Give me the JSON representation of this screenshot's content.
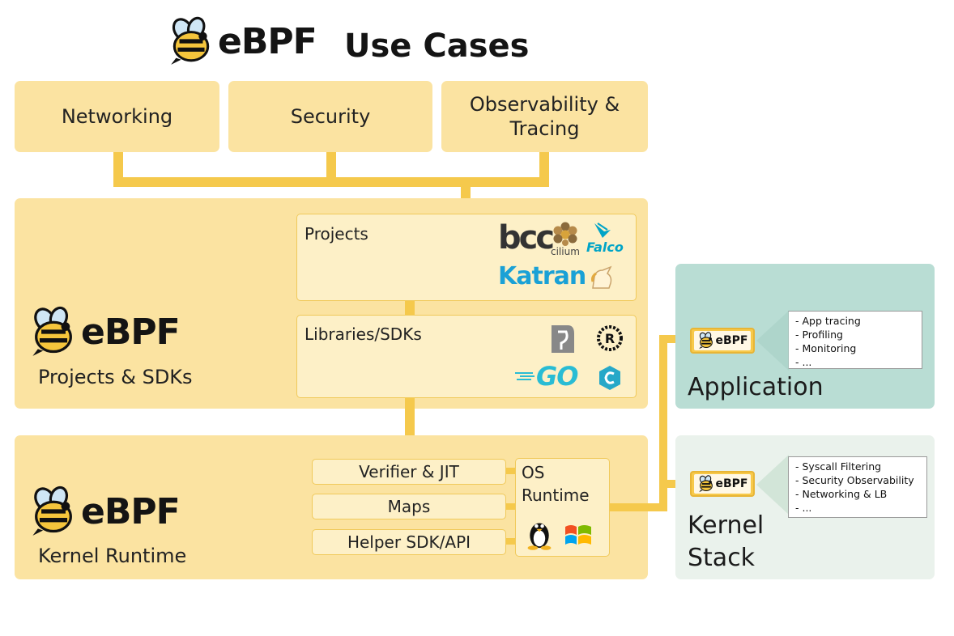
{
  "header": {
    "logo_text": "eBPF",
    "title": "Use Cases"
  },
  "use_cases": [
    "Networking",
    "Security",
    "Observability &\nTracing"
  ],
  "projects_sdks": {
    "logo_text": "eBPF",
    "label": "Projects & SDKs",
    "projects": {
      "title": "Projects",
      "logos": [
        "bcc",
        "cilium",
        "Falco",
        "Katran"
      ]
    },
    "libraries": {
      "title": "Libraries/SDKs",
      "logos": [
        "GO"
      ]
    }
  },
  "kernel_runtime": {
    "logo_text": "eBPF",
    "label": "Kernel Runtime",
    "components": [
      "Verifier & JIT",
      "Maps",
      "Helper SDK/API"
    ],
    "os_runtime": "OS\nRuntime"
  },
  "application": {
    "badge_text": "eBPF",
    "label": "Application",
    "items": [
      "- App tracing",
      "- Profiling",
      "- Monitoring",
      "- ..."
    ]
  },
  "kernel_stack": {
    "badge_text": "eBPF",
    "label": "Kernel\nStack",
    "items": [
      "- Syscall Filtering",
      "- Security Observability",
      "- Networking & LB",
      "- ..."
    ]
  },
  "colors": {
    "box": "#fbe3a1",
    "connector": "#f5c94c",
    "application": "#b9ddd4",
    "kernel_stack": "#eaf2ec"
  }
}
